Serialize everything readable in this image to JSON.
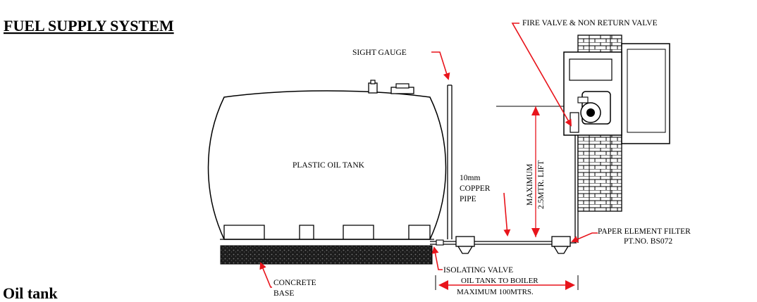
{
  "title": "FUEL SUPPLY SYSTEM",
  "caption": "Oil tank",
  "labels": {
    "fire_valve": "FIRE VALVE & NON RETURN VALVE",
    "sight_gauge": "SIGHT GAUGE",
    "tank": "PLASTIC OIL TANK",
    "pipe_line1": "10mm",
    "pipe_line2": "COPPER",
    "pipe_line3": "PIPE",
    "lift_line1": "MAXIMUM",
    "lift_line2": "2.5MTR. LIFT",
    "filter_line1": "PAPER ELEMENT FILTER",
    "filter_line2": "PT.NO. BS072",
    "isolating_valve": "ISOLATING VALVE",
    "distance_line1": "OIL TANK TO BOILER",
    "distance_line2": "MAXIMUM 100MTRS.",
    "base_line1": "CONCRETE",
    "base_line2": "BASE"
  },
  "colors": {
    "arrow": "#e8141b",
    "line": "#000000",
    "base": "#1c1c1c"
  }
}
